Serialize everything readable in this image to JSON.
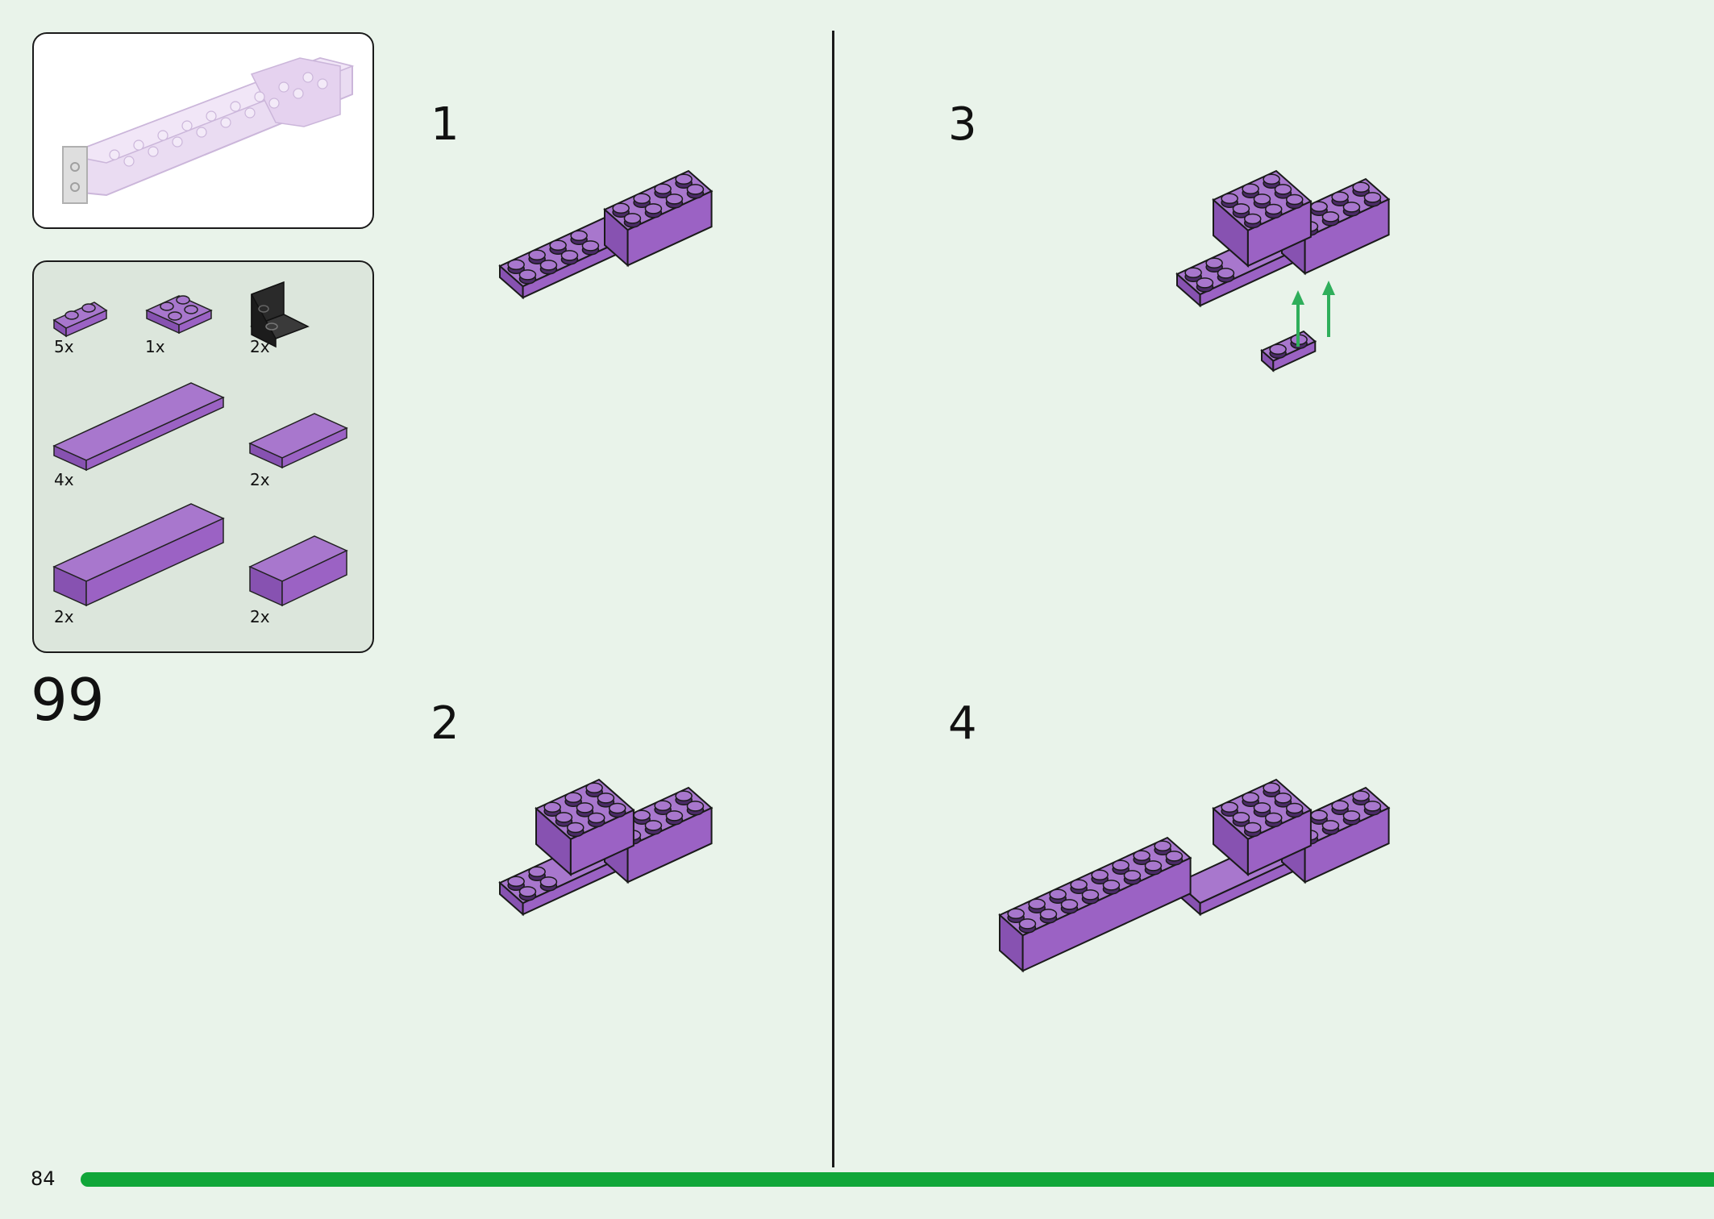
{
  "page_number": "84",
  "sub_assembly_number": "99",
  "colors": {
    "background": "#e9f3ea",
    "brick_top": "#a877cd",
    "brick_front": "#9b62c4",
    "brick_side": "#8752b1",
    "stud": "#a877cd",
    "arrow": "#2fae5b",
    "progress_bar": "#10a639",
    "parts_box_bg": "#dce6dc",
    "bracket": "#2a2a2a"
  },
  "parts_list": [
    {
      "qty": "5x",
      "part": "plate-1x2"
    },
    {
      "qty": "1x",
      "part": "plate-2x2"
    },
    {
      "qty": "2x",
      "part": "bracket-1x2-black"
    },
    {
      "qty": "4x",
      "part": "plate-2x8"
    },
    {
      "qty": "2x",
      "part": "plate-2x4"
    },
    {
      "qty": "2x",
      "part": "brick-2x8"
    },
    {
      "qty": "2x",
      "part": "brick-2x4"
    }
  ],
  "steps": [
    {
      "number": "1"
    },
    {
      "number": "2"
    },
    {
      "number": "3"
    },
    {
      "number": "4"
    }
  ]
}
